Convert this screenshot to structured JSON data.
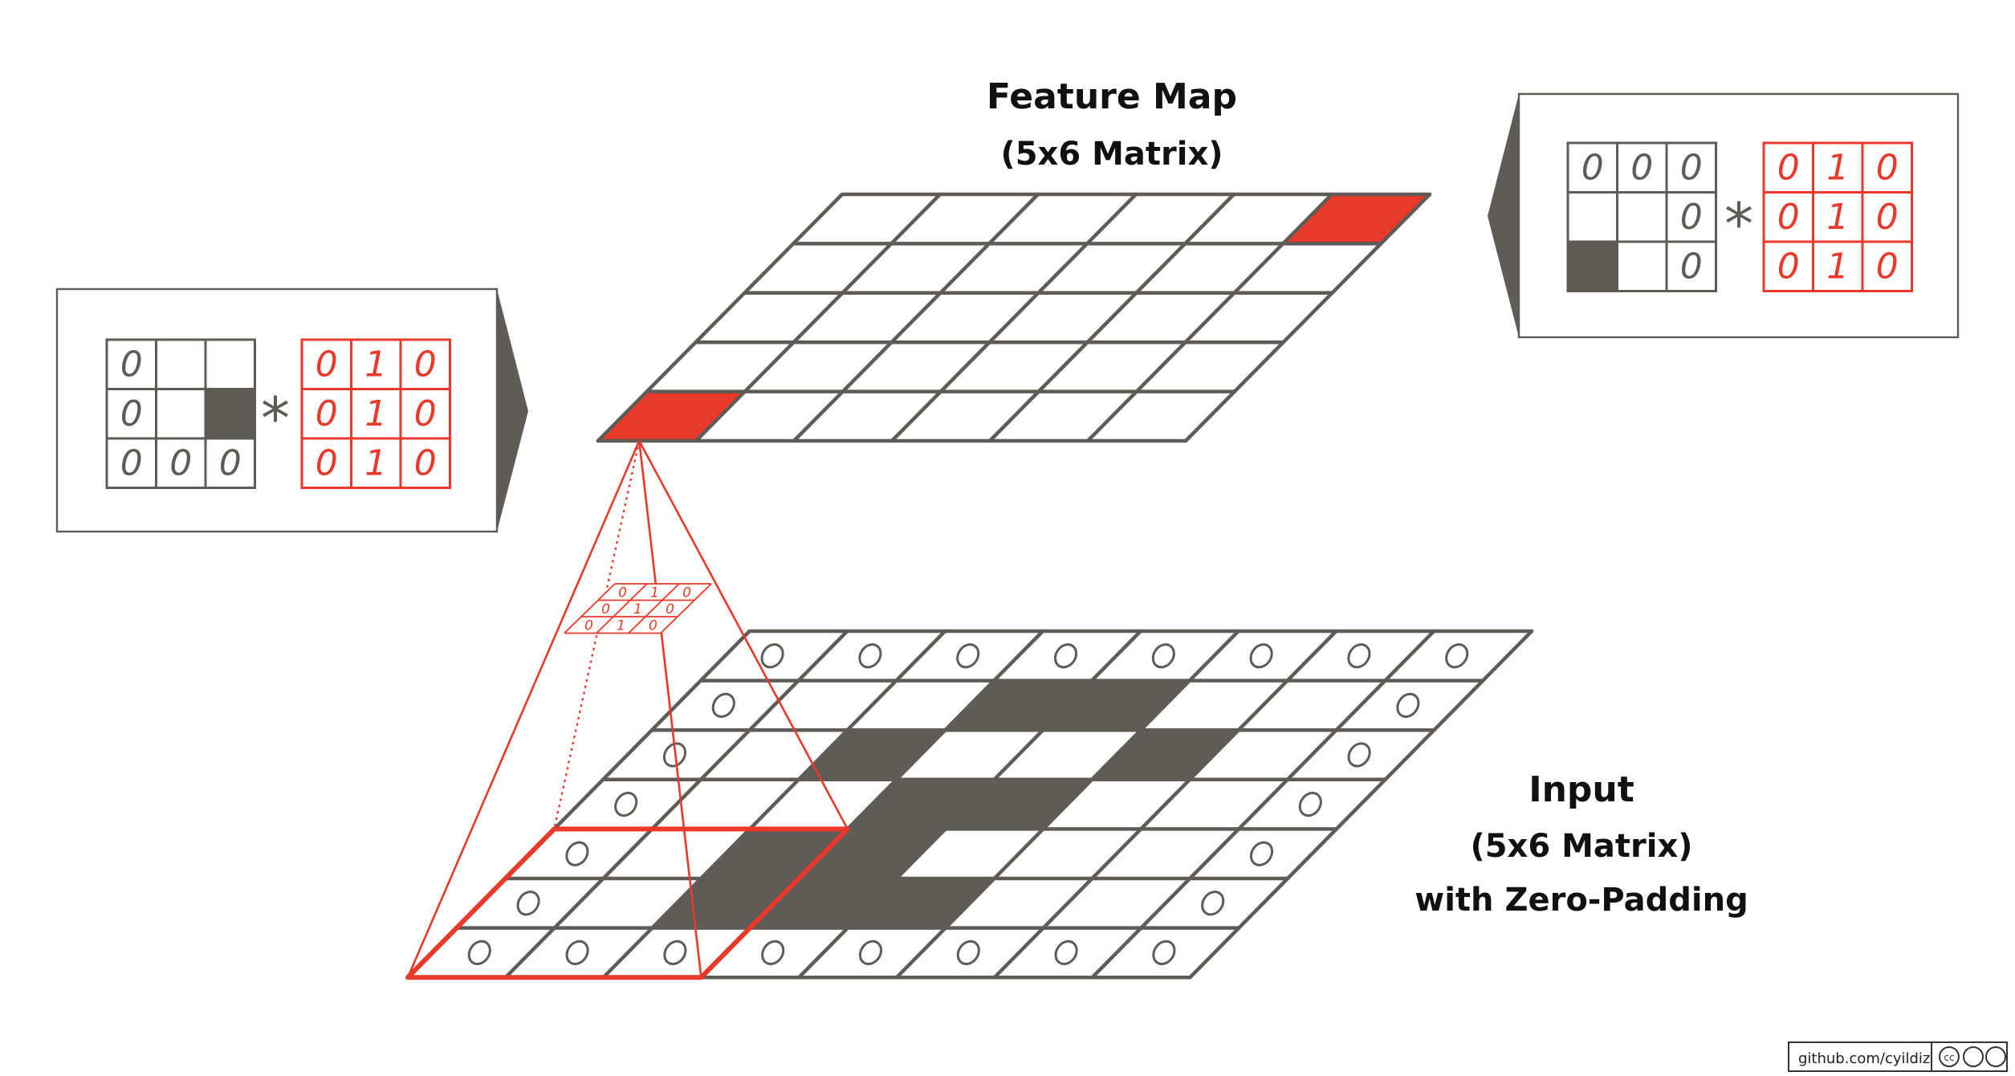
{
  "feature_map": {
    "title": "Feature Map",
    "subtitle": "(5x6 Matrix)",
    "rows": 5,
    "cols": 6,
    "highlighted_cells": [
      [
        0,
        5
      ],
      [
        4,
        0
      ]
    ]
  },
  "input": {
    "title": "Input",
    "subtitle": "(5x6 Matrix)",
    "subtitle2": "with Zero-Padding",
    "rows": 7,
    "cols": 8,
    "zero_label": "0",
    "dark_cells": [
      [
        1,
        3
      ],
      [
        1,
        4
      ],
      [
        2,
        2
      ],
      [
        2,
        5
      ],
      [
        3,
        3
      ],
      [
        3,
        4
      ],
      [
        4,
        2
      ],
      [
        4,
        3
      ],
      [
        5,
        2
      ],
      [
        5,
        3
      ],
      [
        5,
        4
      ]
    ],
    "window_rows": [
      4,
      6
    ],
    "window_cols": [
      0,
      2
    ]
  },
  "kernel": {
    "values": [
      [
        "0",
        "1",
        "0"
      ],
      [
        "0",
        "1",
        "0"
      ],
      [
        "0",
        "1",
        "0"
      ]
    ]
  },
  "left_example": {
    "patch": [
      [
        "0",
        "",
        ""
      ],
      [
        "0",
        "",
        "#"
      ],
      [
        "0",
        "0",
        "0"
      ]
    ],
    "operator": "*"
  },
  "right_example": {
    "patch": [
      [
        "0",
        "0",
        "0"
      ],
      [
        "",
        "",
        "0"
      ],
      [
        "#",
        "",
        "0"
      ]
    ],
    "operator": "*"
  },
  "footer": {
    "credit": "github.com/cyildiz",
    "license": "cc"
  },
  "colors": {
    "grid": "#5f5b56",
    "dark_cell": "#5f5b56",
    "highlight": "#e8392a",
    "kernel": "#e8392a"
  }
}
